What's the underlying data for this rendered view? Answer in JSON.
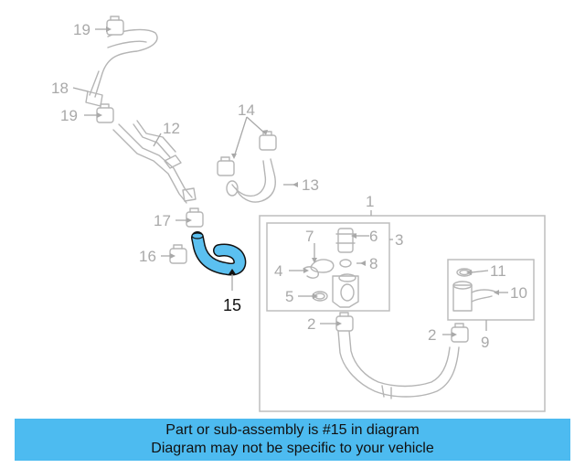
{
  "diagram": {
    "callouts": {
      "c1": "1",
      "c2a": "2",
      "c2b": "2",
      "c3": "3",
      "c4": "4",
      "c5": "5",
      "c6": "6",
      "c7": "7",
      "c8": "8",
      "c9": "9",
      "c10": "10",
      "c11": "11",
      "c12": "12",
      "c13": "13",
      "c14": "14",
      "c15": "15",
      "c16": "16",
      "c17": "17",
      "c18": "18",
      "c19a": "19",
      "c19b": "19"
    },
    "highlighted_part": "15",
    "colors": {
      "highlight": "#5bc0f0",
      "part_line": "#b5b5b5",
      "label": "#a9a9a9",
      "banner": "#4dbbf0"
    }
  },
  "banner": {
    "line1": "Part or sub-assembly is #15 in diagram",
    "line2": "Diagram may not be specific to your vehicle"
  }
}
